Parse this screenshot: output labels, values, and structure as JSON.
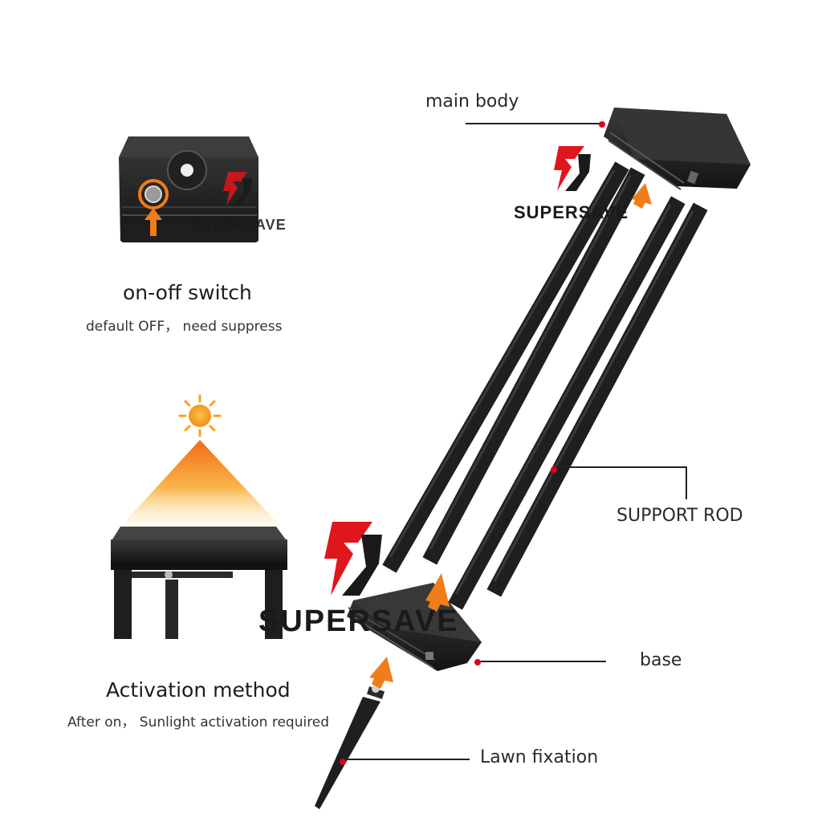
{
  "diagram": {
    "labels": {
      "main_body": "main body",
      "support_rod": "SUPPORT ROD",
      "base": "base",
      "lawn_fixation": "Lawn fixation"
    },
    "switch_panel": {
      "title": "on-off switch",
      "subtitle": "default OFF，  need suppress"
    },
    "activation_panel": {
      "title": "Activation method",
      "subtitle": "After on，  Sunlight activation required"
    },
    "watermark": {
      "brand": "SUPERSAVE",
      "count": 3
    },
    "colors": {
      "leader_line": "#222222",
      "leader_dot": "#e1001b",
      "arrow": "#f07d1a",
      "rod": "#1f1f1f",
      "housing": "#2b2b2b",
      "sunlight_top": "#f26b12",
      "sunlight_bottom": "#fdf0c4",
      "sun": "#f5a21c",
      "logo_red": "#e0161e",
      "logo_dark": "#1a1a1a"
    },
    "icons": [
      "sun-icon",
      "arrow-up-icon",
      "lightning-s-logo-icon"
    ]
  }
}
